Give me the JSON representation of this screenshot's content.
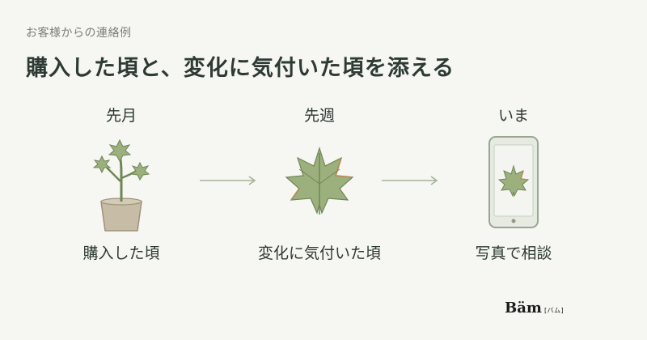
{
  "eyebrow": "お客様からの連絡例",
  "headline": "購入した頃と、変化に気付いた頃を添える",
  "steps": [
    {
      "period": "先月",
      "caption": "購入した頃",
      "icon": "potted-plant-icon"
    },
    {
      "period": "先週",
      "caption": "変化に気付いた頃",
      "icon": "wilting-leaf-icon"
    },
    {
      "period": "いま",
      "caption": "写真で相談",
      "icon": "smartphone-photo-icon"
    }
  ],
  "logo": {
    "mark": "Bäm",
    "ruby": "[バム]"
  },
  "colors": {
    "background": "#f6f6f3",
    "leaf": "#9cb07e",
    "leaf_dark": "#6f8756",
    "leaf_brown": "#b58a57",
    "pot": "#c7bda6",
    "phone": "#e6ebe2",
    "arrow": "#a6b39a",
    "text": "#2e3a34"
  }
}
